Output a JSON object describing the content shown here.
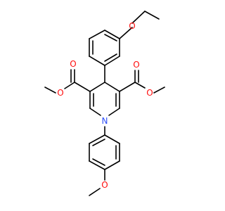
{
  "molecule": {
    "atom_labels": {
      "o_ethoxy": "O",
      "o_ester_left_carbonyl": "O",
      "o_ester_left_ether": "O",
      "o_ester_right_carbonyl": "O",
      "o_ester_right_ether": "O",
      "n_ring": "N",
      "o_methoxy": "O"
    },
    "colors": {
      "oxygen": "#ff0d0d",
      "nitrogen": "#2f50f8",
      "bond": "#000000"
    }
  }
}
